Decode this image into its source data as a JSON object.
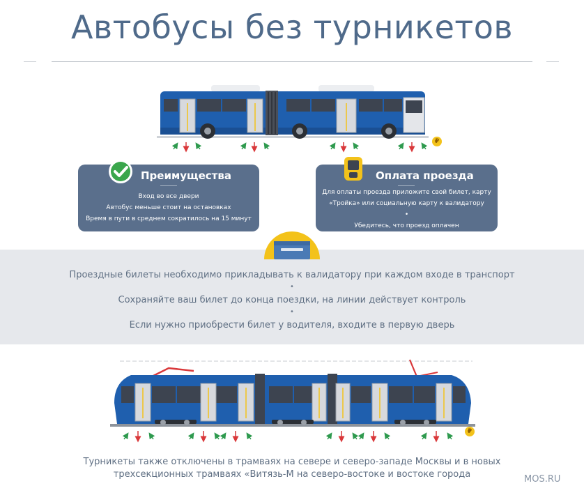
{
  "title": "Автобусы без турникетов",
  "advantages": {
    "title": "Преимущества",
    "items": [
      "Вход во все двери",
      "Автобус меньше стоит на остановках",
      "Время в пути в среднем сократилось на 15 минут"
    ]
  },
  "payment": {
    "title": "Оплата проезда",
    "lines": [
      "Для оплаты проезда приложите свой билет, карту",
      "«Тройка» или социальную карту к валидатору"
    ],
    "bullet": "•",
    "note": "Убедитесь, что проезд оплачен"
  },
  "rules": {
    "items": [
      "Проездные билеты необходимо прикладывать к валидатору при каждом входе в транспорт",
      "Сохраняйте ваш билет до конца поездки, на линии действует контроль",
      "Если нужно приобрести билет у водителя, входите в первую дверь"
    ],
    "bullet": "•"
  },
  "tram_caption": {
    "line1": "Турникеты также отключены в трамваях на севере и северо-западе Москвы и в новых",
    "line2": "трехсекционных трамваях «Витязь-М на северо-востоке и востоке города"
  },
  "brand": "MOS.RU",
  "coin_symbol": "₽",
  "icons": {
    "advantages": "checkmark-icon",
    "payment": "validator-icon",
    "band": "validator-terminal-icon"
  },
  "colors": {
    "title": "#4f6a8a",
    "card": "#5a6f8c",
    "band": "#e6e8ec",
    "vehicle_blue": "#1f5fae",
    "accent_yellow": "#f3c21a",
    "check_green": "#3aa64c",
    "arrow_green": "#2e9a4e",
    "arrow_red": "#d9383a"
  }
}
